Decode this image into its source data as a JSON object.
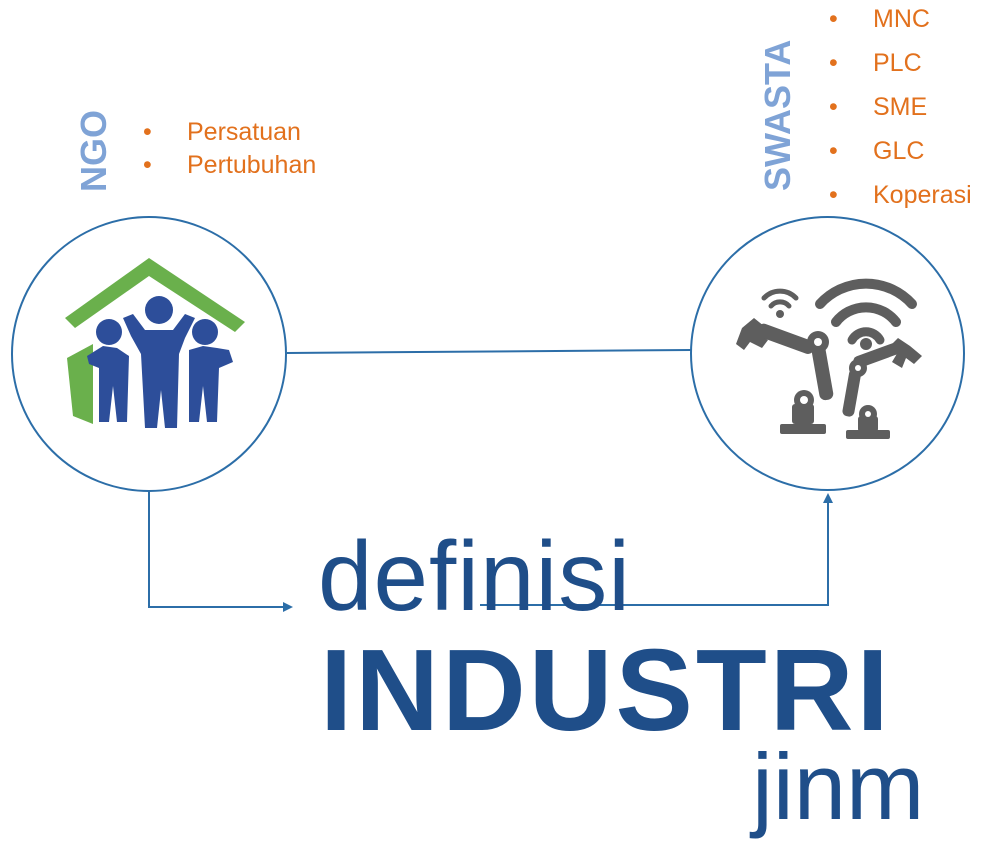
{
  "ngo": {
    "label": "NGO",
    "items": [
      "Persatuan",
      "Pertubuhan"
    ]
  },
  "swasta": {
    "label": "SWASTA",
    "items": [
      "MNC",
      "PLC",
      "SME",
      "GLC",
      "Koperasi"
    ]
  },
  "bullet": "•",
  "title": {
    "small": "definisi",
    "big": "INDUSTRI",
    "sub": "jinm"
  },
  "icons": {
    "ngo": "house-people-logo-icon",
    "swasta": "robot-arms-wifi-icon"
  },
  "colors": {
    "label": "#7fa3d6",
    "items": "#e2711d",
    "title": "#1f4e89",
    "lines": "#2c6ea8",
    "logo_green": "#6ab04c",
    "logo_blue": "#2d4e9a",
    "robot_gray": "#5e5e5e"
  }
}
